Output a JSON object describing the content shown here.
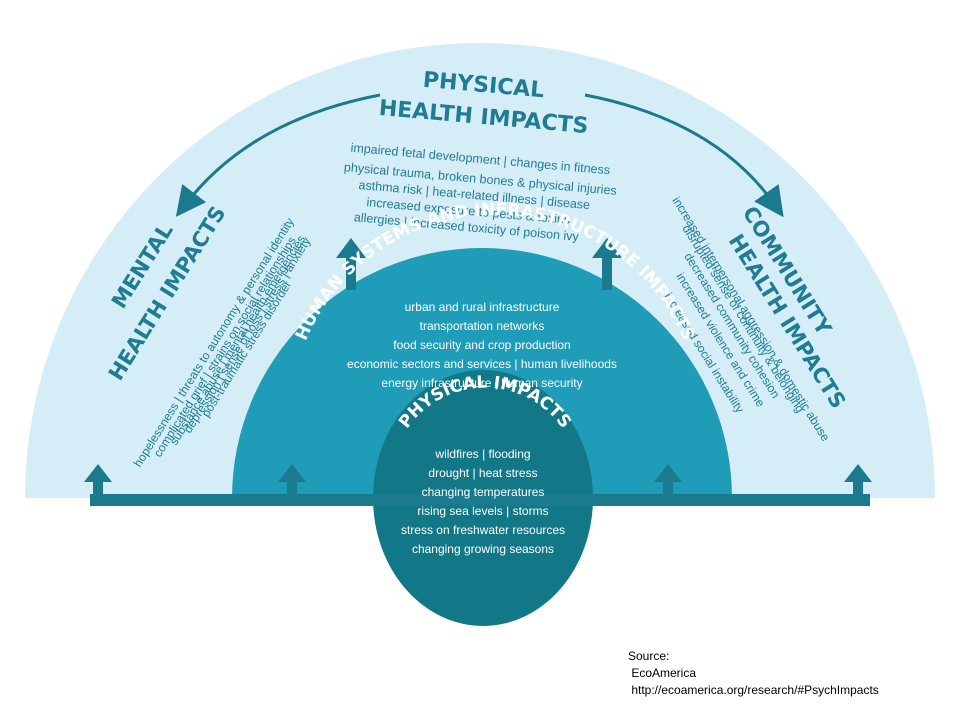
{
  "colors": {
    "outer": "#d5edf6",
    "middle": "#1f9cb8",
    "inner": "#127888",
    "arrow": "#1b7a8d",
    "text_dark": "#1f7c92",
    "text_light": "#ffffff"
  },
  "physical_health": {
    "heading": [
      "PHYSICAL",
      "HEALTH IMPACTS"
    ],
    "lines": [
      "impaired fetal development | changes in fitness",
      "physical trauma, broken bones & physical injuries",
      "asthma risk | heat-related illness | disease",
      "increased exposure to pests & toxins",
      "allergies | increased toxicity of poison ivy"
    ]
  },
  "mental_health": {
    "heading": [
      "MENTAL",
      "HEALTH IMPACTS"
    ],
    "lines": [
      "hopelessness | threats to autonomy & personal identity",
      "complicated grief | strains on social relationships",
      "substance abuse | mental health emergencies",
      "depression | sense of loss | stress | anxiety",
      "post-traumatic stress disorder"
    ]
  },
  "community_health": {
    "heading": [
      "COMMUNITY",
      "HEALTH IMPACTS"
    ],
    "lines": [
      "increased interpersonal aggression & domestic abuse",
      "disrupted sense of continuity & belonging",
      "decreased community cohesion",
      "increased violence and crime",
      "increased social instability"
    ]
  },
  "human_systems": {
    "heading": "HUMAN SYSTEMS AND INFRASTRUCTURE IMPACTS",
    "lines": [
      "urban and rural infrastructure",
      "transportation networks",
      "food security and crop production",
      "economic sectors and services | human livelihoods",
      "energy infrastructure | human security"
    ]
  },
  "physical_impacts": {
    "heading": "PHYSICAL IMPACTS",
    "lines": [
      "wildfires | flooding",
      "drought | heat stress",
      "changing temperatures",
      "rising sea levels | storms",
      "stress on freshwater resources",
      "changing growing seasons"
    ]
  },
  "source": {
    "label": "Source:",
    "org": " EcoAmerica",
    "url": " http://ecoamerica.org/research/#PsychImpacts"
  }
}
